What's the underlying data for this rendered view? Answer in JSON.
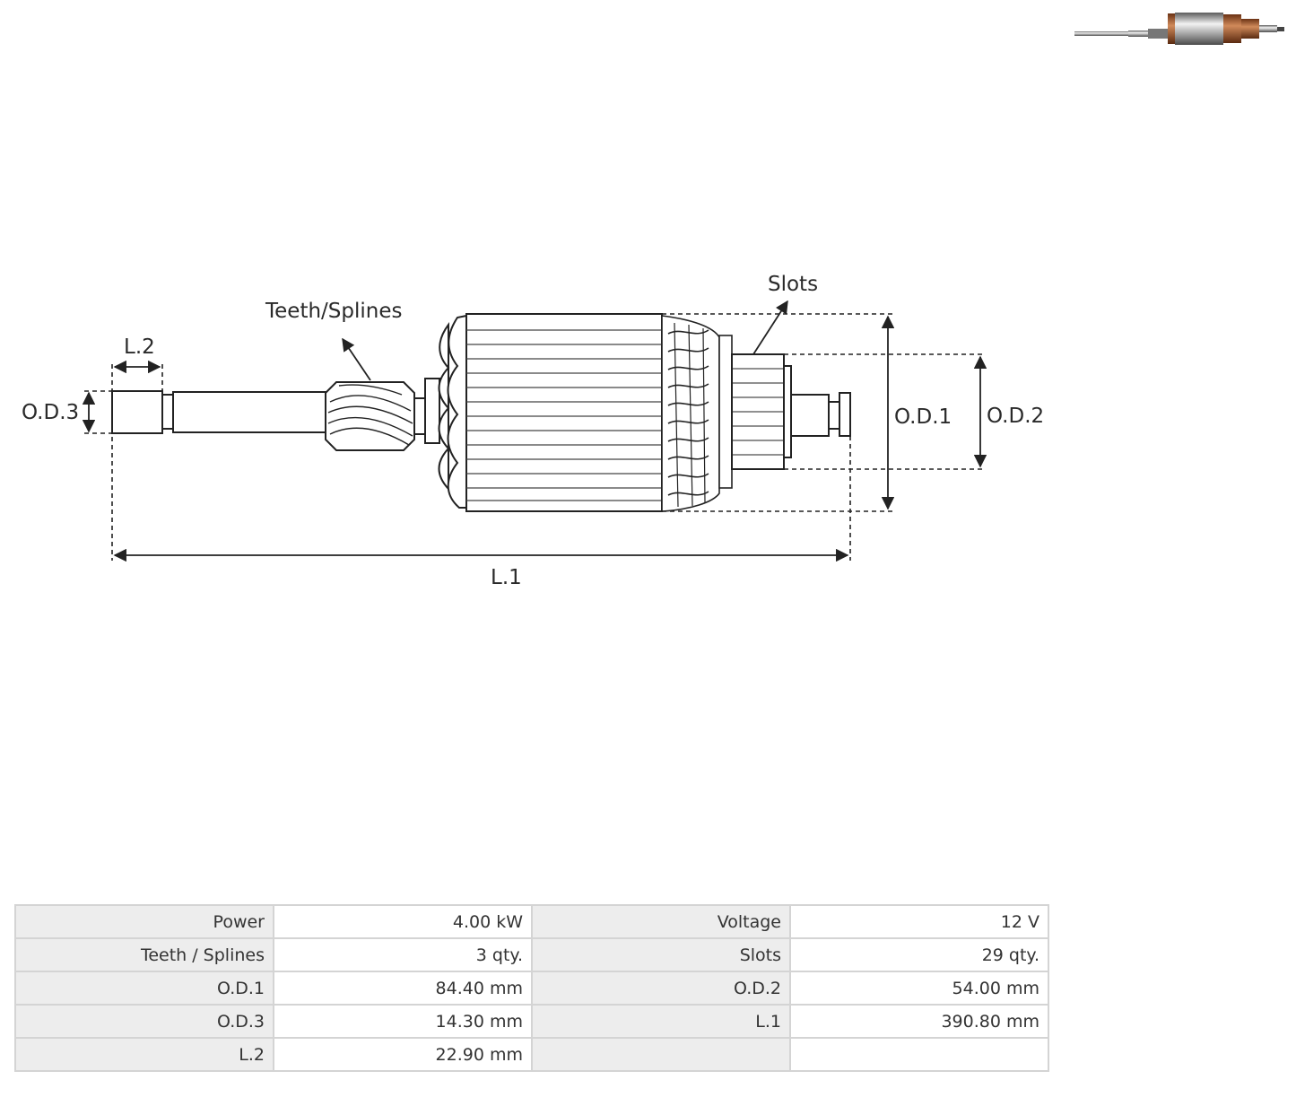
{
  "diagram": {
    "labels": {
      "teeth": "Teeth/Splines",
      "slots": "Slots",
      "l2": "L.2",
      "od3": "O.D.3",
      "od1": "O.D.1",
      "od2": "O.D.2",
      "l1": "L.1"
    }
  },
  "specs": {
    "rows": [
      [
        {
          "k": "Power",
          "v": "4.00 kW"
        },
        {
          "k": "Voltage",
          "v": "12 V"
        }
      ],
      [
        {
          "k": "Teeth / Splines",
          "v": "3 qty."
        },
        {
          "k": "Slots",
          "v": "29 qty."
        }
      ],
      [
        {
          "k": "O.D.1",
          "v": "84.40 mm"
        },
        {
          "k": "O.D.2",
          "v": "54.00 mm"
        }
      ],
      [
        {
          "k": "O.D.3",
          "v": "14.30 mm"
        },
        {
          "k": "L.1",
          "v": "390.80 mm"
        }
      ],
      [
        {
          "k": "L.2",
          "v": "22.90 mm"
        },
        {
          "k": "",
          "v": ""
        }
      ]
    ]
  }
}
